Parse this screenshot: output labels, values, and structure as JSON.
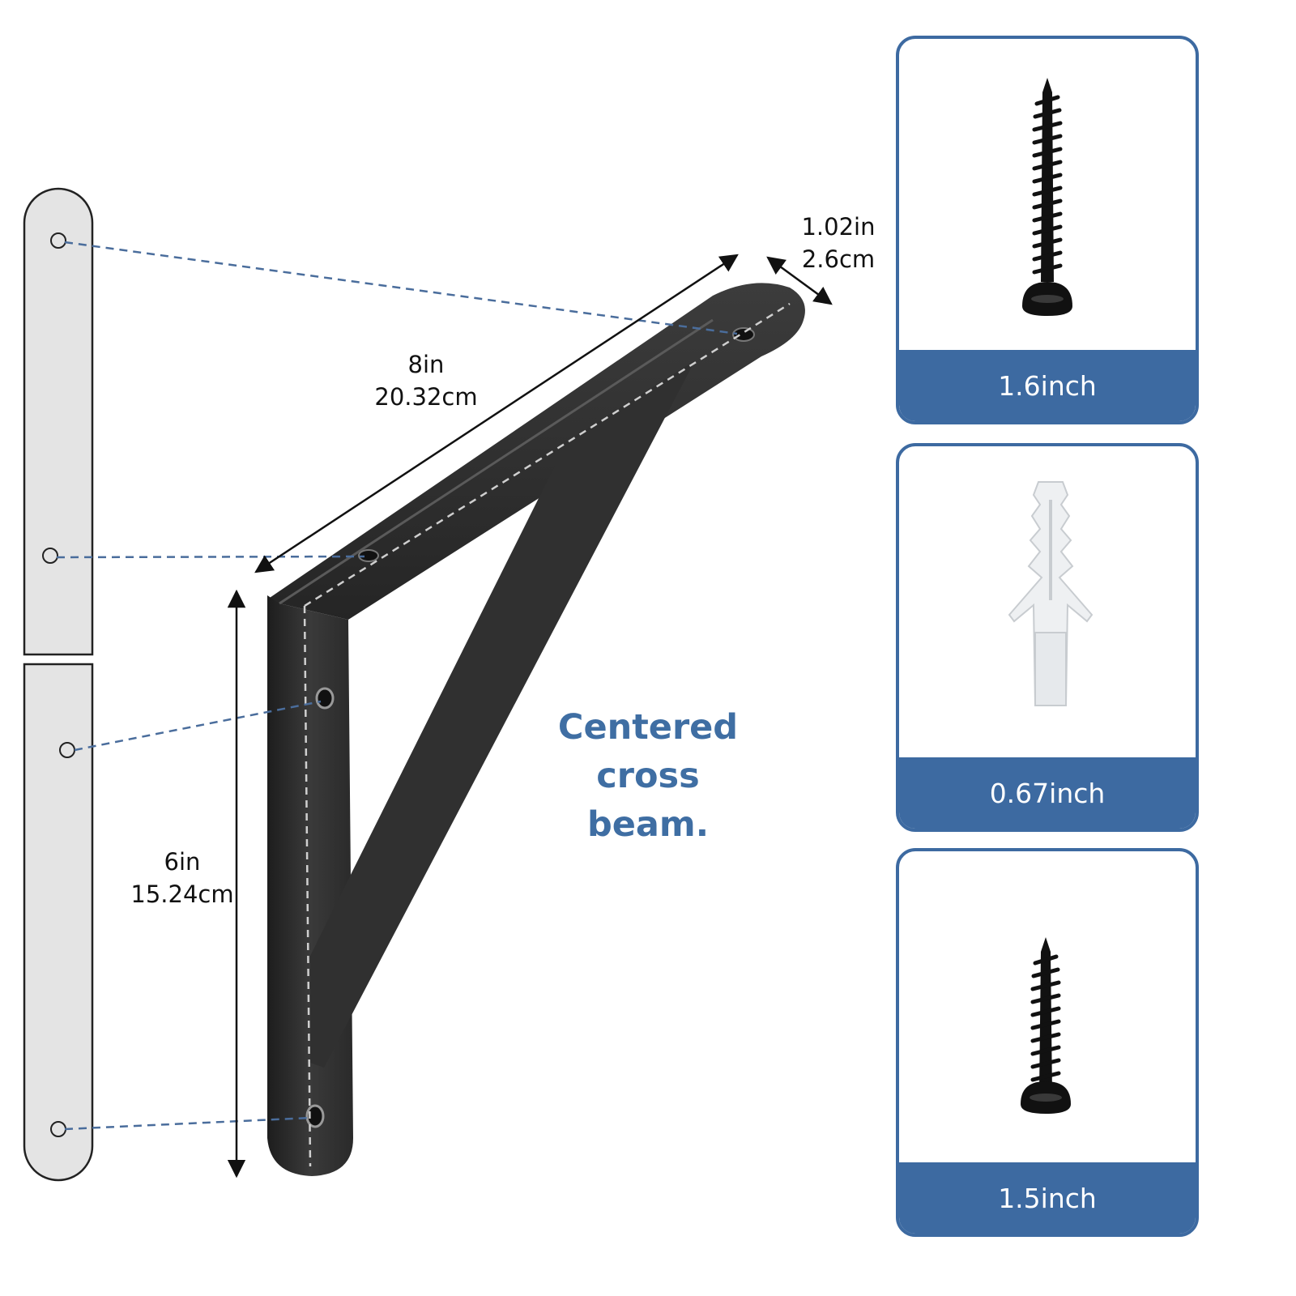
{
  "dimensions": {
    "length": {
      "imperial": "8in",
      "metric": "20.32cm"
    },
    "width": {
      "imperial": "1.02in",
      "metric": "2.6cm"
    },
    "height": {
      "imperial": "6in",
      "metric": "15.24cm"
    }
  },
  "callout": {
    "line1": "Centered",
    "line2": "cross beam."
  },
  "hardware": [
    {
      "icon": "long-screw-icon",
      "label": "1.6inch"
    },
    {
      "icon": "wall-anchor-icon",
      "label": "0.67inch"
    },
    {
      "icon": "short-screw-icon",
      "label": "1.5inch"
    }
  ],
  "colors": {
    "accent": "#3d6aa1",
    "bracket": "#2f2f2f",
    "template_fill": "#e4e4e4",
    "guide_line": "#4a6d9c"
  }
}
